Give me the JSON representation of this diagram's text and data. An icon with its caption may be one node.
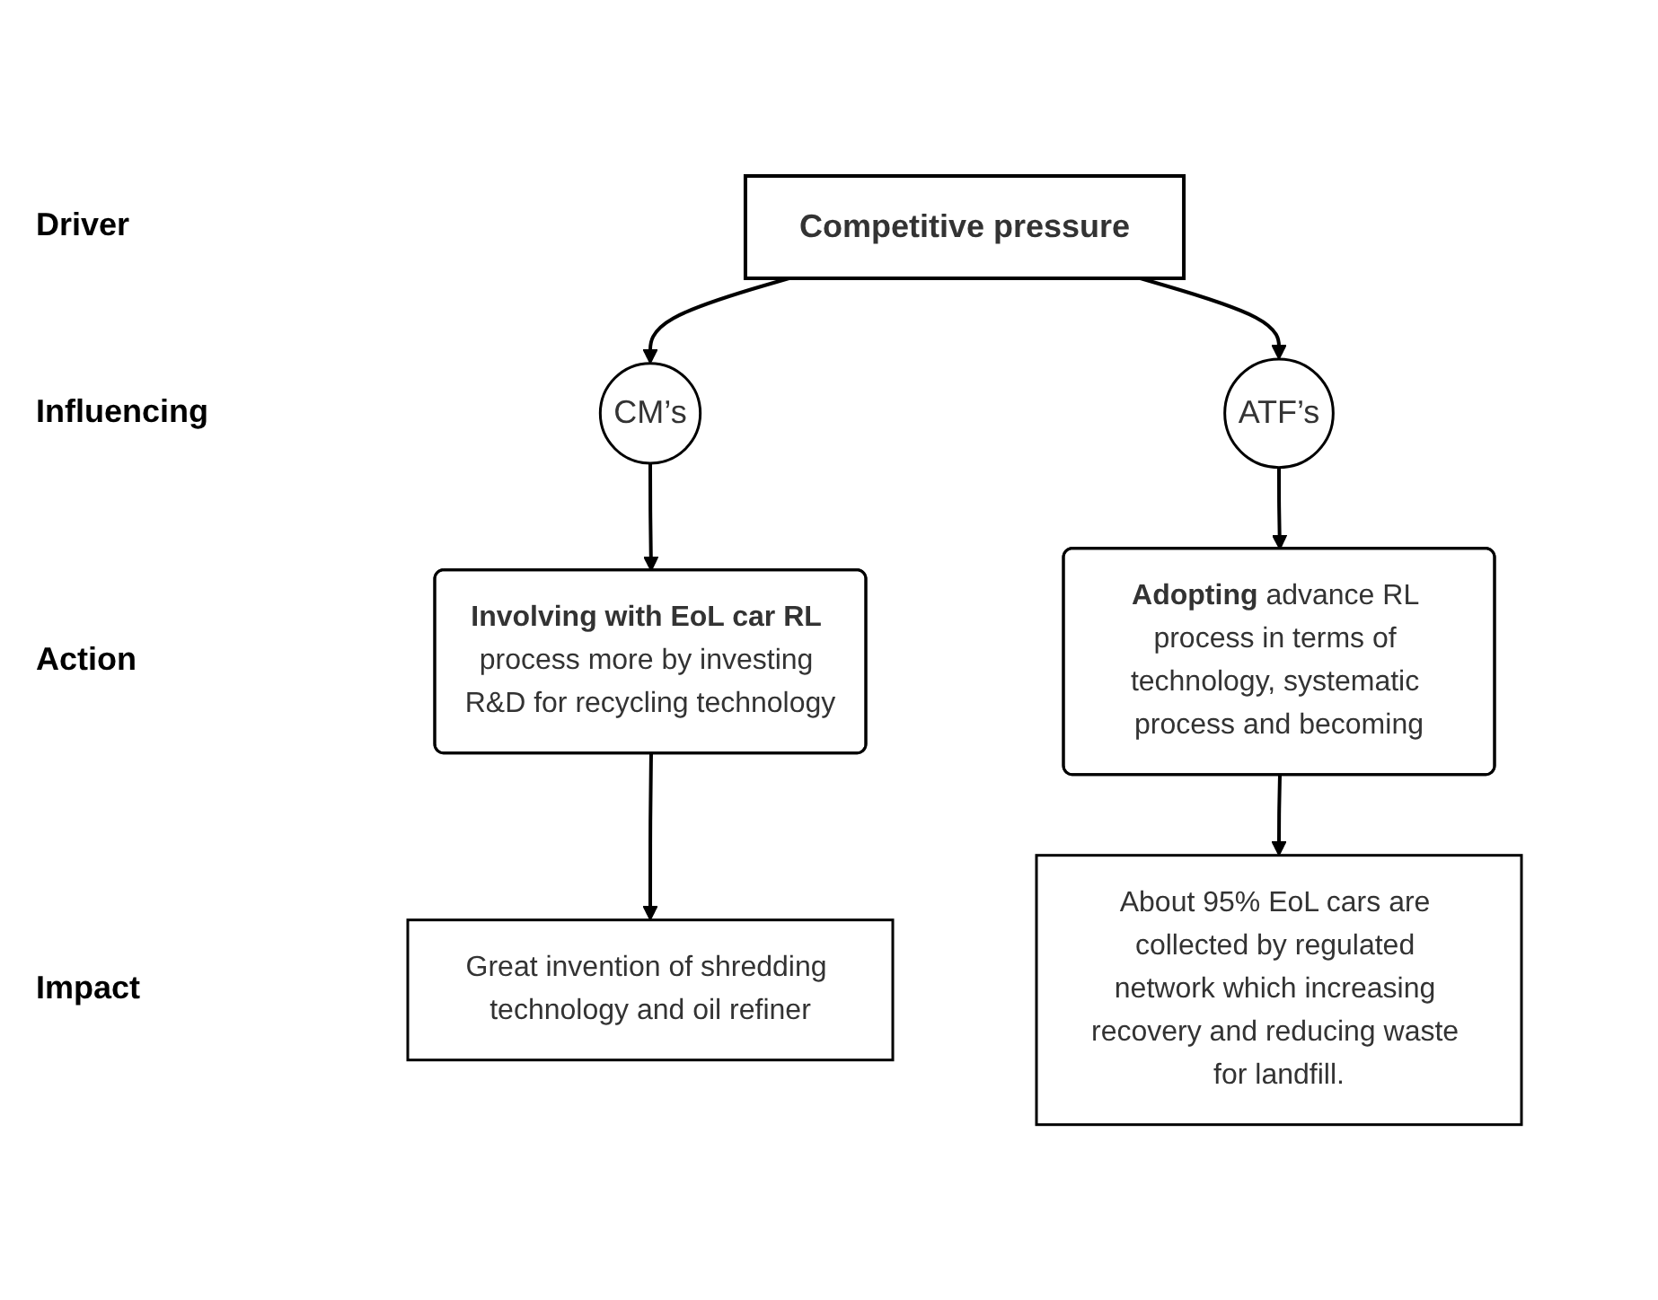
{
  "diagram": {
    "nodes": [
      {
        "text": [
          "Competitive pressure"
        ]
      },
      {
        "text": [
          "CM’s"
        ]
      },
      {
        "text": [
          "ATF’s"
        ]
      },
      {
        "text": [
          "**Involving with EoL car RL** process more by investing R&D for recycling technology"
        ]
      },
      {
        "text": [
          "**Adopting** advance RL process in terms of technology, systematic process and becoming"
        ]
      },
      {
        "text": [
          "Great invention of shredding technology and oil refiner"
        ]
      },
      {
        "text": [
          "About 95% EoL cars are collected by regulated network which increasing recovery and reducing waste for landfill."
        ]
      }
    ],
    "edges": [
      {
        "from": 0,
        "to": 1,
        "arrow": "to"
      },
      {
        "from": 0,
        "to": 2,
        "arrow": "to"
      },
      {
        "from": 1,
        "to": 3,
        "arrow": "to"
      },
      {
        "from": 2,
        "to": 4,
        "arrow": "to"
      },
      {
        "from": 3,
        "to": 5,
        "arrow": "to"
      },
      {
        "from": 4,
        "to": 6,
        "arrow": "to"
      }
    ],
    "labels": [
      "Driver",
      "Influencing",
      "Action",
      "Impact"
    ]
  }
}
